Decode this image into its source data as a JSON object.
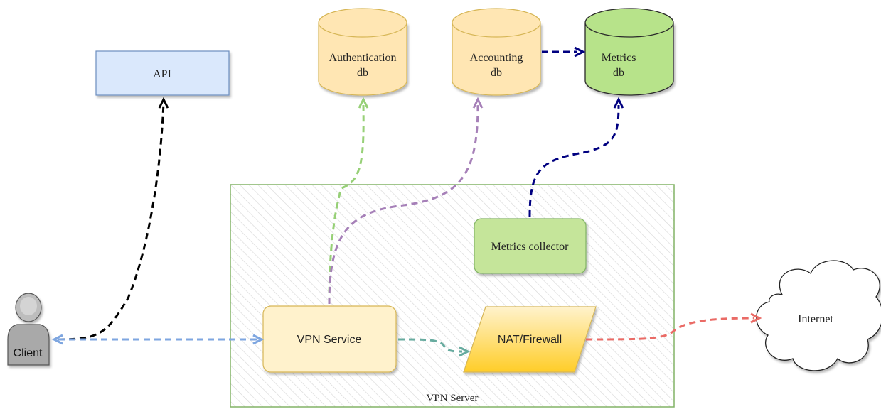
{
  "nodes": {
    "api": {
      "label": "API",
      "fill": "#dae8fc",
      "stroke": "#6c8ebf"
    },
    "auth_db": {
      "line1": "Authentication",
      "line2": "db",
      "fill": "#ffe6b3",
      "stroke": "#d6b656"
    },
    "accounting_db": {
      "line1": "Accounting",
      "line2": "db",
      "fill": "#ffe6b3",
      "stroke": "#d6b656"
    },
    "metrics_db": {
      "line1": "Metrics",
      "line2": "db",
      "fill": "#b7e38a",
      "stroke": "#2b2b2b"
    },
    "vpn_server": {
      "label": "VPN Server",
      "stroke": "#82b366"
    },
    "metrics_collector": {
      "label": "Metrics collector",
      "fill": "#c5e59a",
      "stroke": "#82b366"
    },
    "vpn_service": {
      "label": "VPN Service",
      "fill": "#fff2cc",
      "stroke": "#d6b656"
    },
    "nat_firewall": {
      "label": "NAT/Firewall",
      "fill_top": "#fff2cc",
      "fill_bottom": "#ffcd28",
      "stroke": "#d6b656"
    },
    "client": {
      "label": "Client"
    },
    "internet": {
      "label": "Internet"
    }
  },
  "edges": {
    "client_api": {
      "color": "#000000"
    },
    "client_vpn": {
      "color": "#7ea6e0"
    },
    "vpn_auth": {
      "color": "#97d077"
    },
    "vpn_accounting": {
      "color": "#a680b8"
    },
    "accounting_metrics": {
      "color": "#000080"
    },
    "collector_metrics": {
      "color": "#000080"
    },
    "vpn_nat": {
      "color": "#67ab9f"
    },
    "nat_internet": {
      "color": "#ea6b66"
    }
  }
}
